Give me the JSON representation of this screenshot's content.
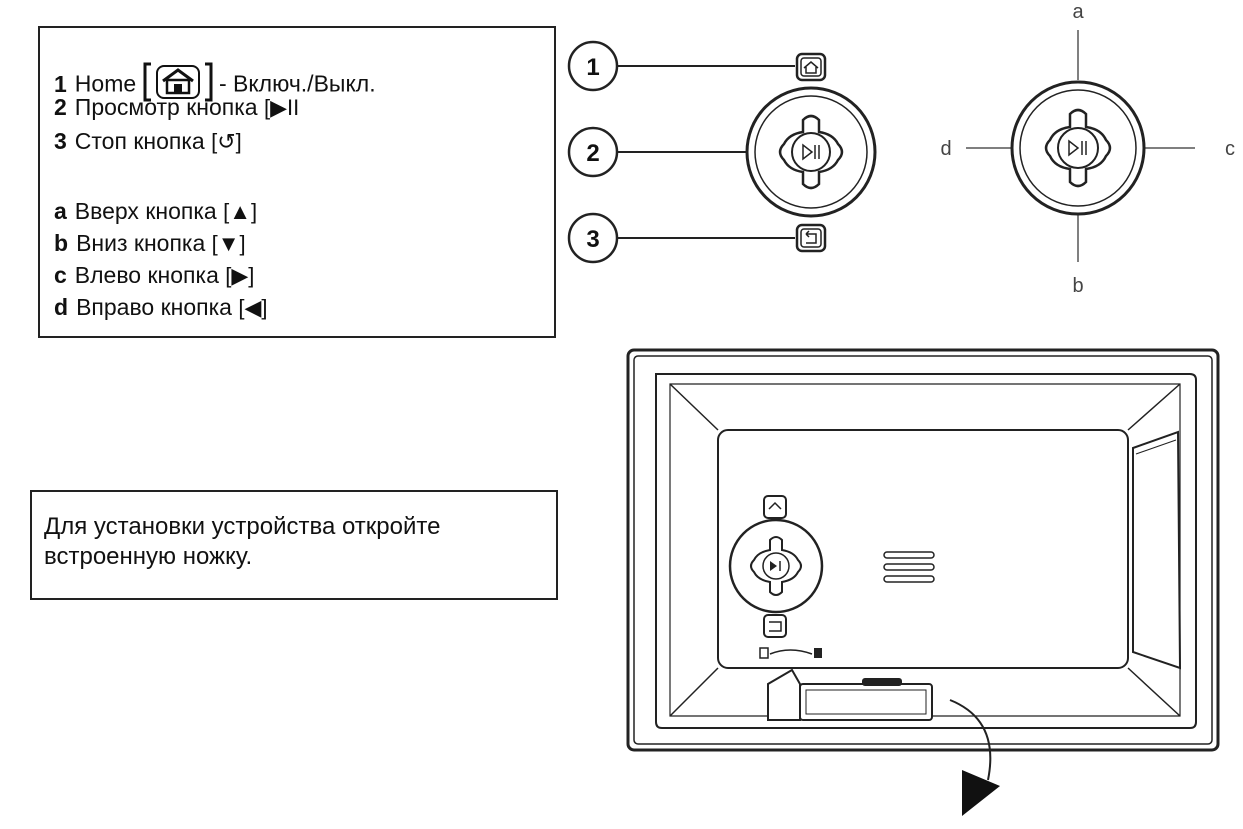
{
  "legend": {
    "items": [
      {
        "num": "1",
        "text_before": "Home",
        "text_after": "- Включ./Выкл.",
        "icon": "home-icon"
      },
      {
        "num": "2",
        "text": "Просмотр кнопка",
        "symbol": "[▶II"
      },
      {
        "num": "3",
        "text": "Стоп кнопка",
        "symbol": "[↺]"
      },
      {
        "num": "a",
        "text": "Вверх кнопка",
        "symbol": "[▲]"
      },
      {
        "num": "b",
        "text": "Вниз кнопка",
        "symbol": "[▼]"
      },
      {
        "num": "c",
        "text": "Влево кнопка",
        "symbol": "[▶]"
      },
      {
        "num": "d",
        "text": "Вправо кнопка",
        "symbol": "[◀]"
      }
    ]
  },
  "note": {
    "text": "Для установки устройства откройте встроенную ножку."
  },
  "callouts": [
    "1",
    "2",
    "3"
  ],
  "directions": {
    "a": "a",
    "b": "b",
    "c": "c",
    "d": "d"
  },
  "colors": {
    "line": "#222222",
    "frame_fill": "#ffffff"
  }
}
